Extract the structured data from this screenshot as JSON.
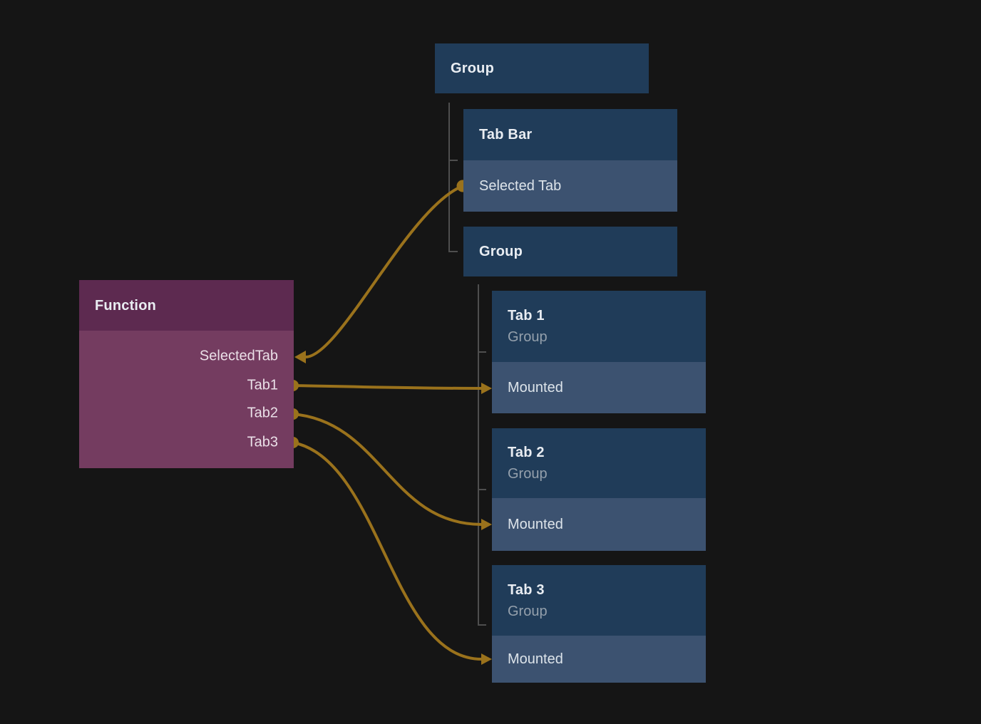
{
  "colors": {
    "background": "#151515",
    "node-header-blue": "#203c59",
    "node-row-blue": "#3c5270",
    "function-header": "#5d2a50",
    "function-body": "#743c60",
    "wire-gold": "#9a721c",
    "tree-line": "#4e4e4e",
    "title-text": "#e9edf2",
    "subtitle-text": "#94a0ac",
    "row-text": "#dde4ea",
    "function-text": "#eadfe7"
  },
  "function_node": {
    "title": "Function",
    "ports": {
      "selected_tab": "SelectedTab",
      "tab1": "Tab1",
      "tab2": "Tab2",
      "tab3": "Tab3"
    }
  },
  "nodes": {
    "root_group": {
      "title": "Group"
    },
    "tab_bar": {
      "title": "Tab Bar",
      "row": "Selected Tab"
    },
    "inner_group": {
      "title": "Group"
    },
    "tab1": {
      "title": "Tab 1",
      "subtitle": "Group",
      "row": "Mounted"
    },
    "tab2": {
      "title": "Tab 2",
      "subtitle": "Group",
      "row": "Mounted"
    },
    "tab3": {
      "title": "Tab 3",
      "subtitle": "Group",
      "row": "Mounted"
    }
  },
  "hierarchy": {
    "root": "Group",
    "children_of_root": [
      "Tab Bar",
      "Group"
    ],
    "children_of_inner_group": [
      "Tab 1",
      "Tab 2",
      "Tab 3"
    ]
  },
  "connections": [
    {
      "from": "Tab Bar / Selected Tab",
      "to": "Function / SelectedTab"
    },
    {
      "from": "Function / Tab1",
      "to": "Tab 1 / Mounted"
    },
    {
      "from": "Function / Tab2",
      "to": "Tab 2 / Mounted"
    },
    {
      "from": "Function / Tab3",
      "to": "Tab 3 / Mounted"
    }
  ]
}
